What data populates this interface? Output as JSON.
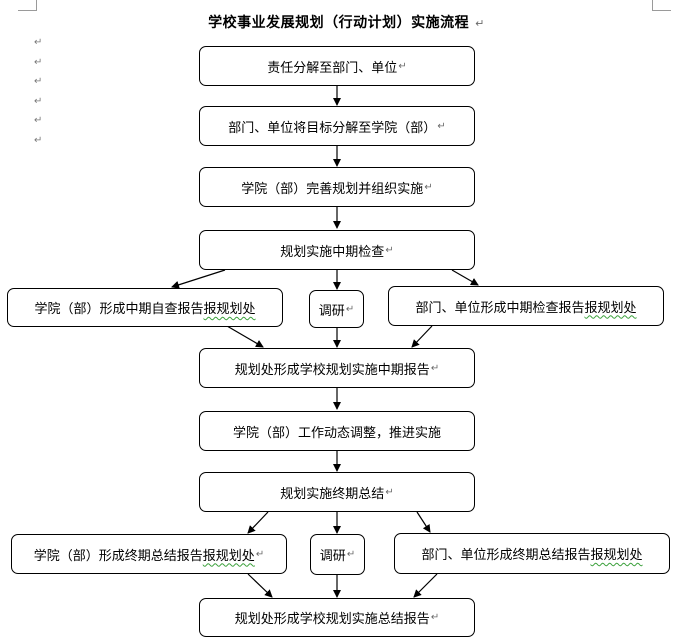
{
  "title": "学校事业发展规划（行动计划）实施流程",
  "paragraph_mark": "↵",
  "left_marks": [
    "↵",
    "↵",
    "↵",
    "↵",
    "↵",
    "↵"
  ],
  "boxes": {
    "b1": "责任分解至部门、单位",
    "b2": "部门、单位将目标分解至学院（部）",
    "b3": "学院（部）完善规划并组织实施",
    "b4": "规划实施中期检查",
    "b5l": "学院（部）形成中期自查报告",
    "b5l_wavy": "报规划处",
    "b5m": "调研",
    "b5r": "部门、单位形成中期检查报告",
    "b5r_wavy": "报规划处",
    "b6": "规划处形成学校规划实施中期报告",
    "b7": "学院（部）工作动态调整，推进实施",
    "b8": "规划实施终期总结",
    "b9l": "学院（部）形成终期总结报告",
    "b9l_wavy": "报规划处",
    "b9m": "调研",
    "b9r": "部门、单位形成终期总结报告",
    "b9r_wavy": "报规划处",
    "b10": "规划处形成学校规划实施总结报告"
  }
}
